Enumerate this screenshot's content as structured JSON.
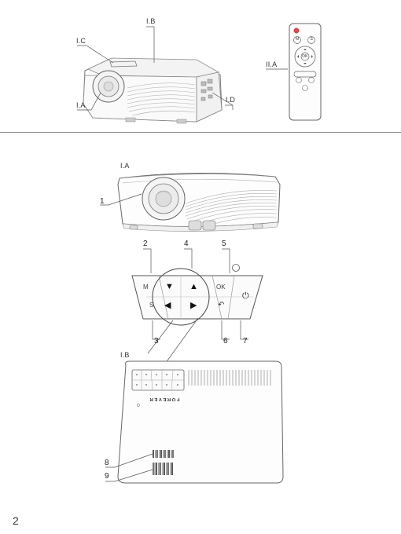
{
  "top_labels": {
    "ib": "I.B",
    "ic": "I.C",
    "ia": "I.A",
    "id": "I.D",
    "iia": "II.A"
  },
  "section_ia": {
    "title": "I.A",
    "callout_1": "1"
  },
  "control_panel": {
    "callout_2": "2",
    "callout_3": "3",
    "callout_4": "4",
    "callout_5": "5",
    "callout_6": "6",
    "callout_7": "7",
    "key_m": "M",
    "key_s": "S",
    "key_ok": "OK",
    "glyph_down": "▼",
    "glyph_up": "▲",
    "glyph_left": "◀",
    "glyph_right": "▶",
    "glyph_back": "↶",
    "glyph_power": "⏻"
  },
  "section_ib": {
    "title": "I.B",
    "brand": "FOREVER",
    "callout_8": "8",
    "callout_9": "9"
  },
  "remote": {
    "key_m": "M",
    "key_s": "S",
    "key_ok": "OK"
  },
  "page_number": "2"
}
